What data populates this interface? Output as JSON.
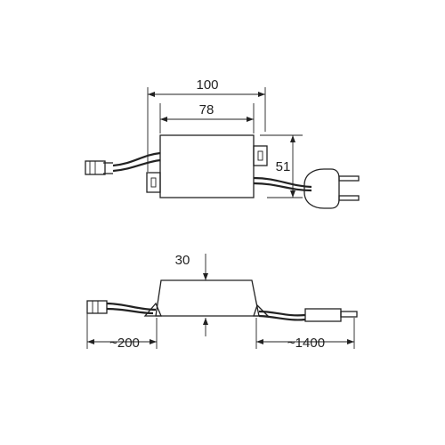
{
  "dimensions": {
    "overall_width": "100",
    "body_width": "78",
    "body_depth": "51",
    "height": "30",
    "cable_left": "~200",
    "cable_right": "~1400"
  },
  "colors": {
    "line": "#222222",
    "background": "#ffffff"
  }
}
